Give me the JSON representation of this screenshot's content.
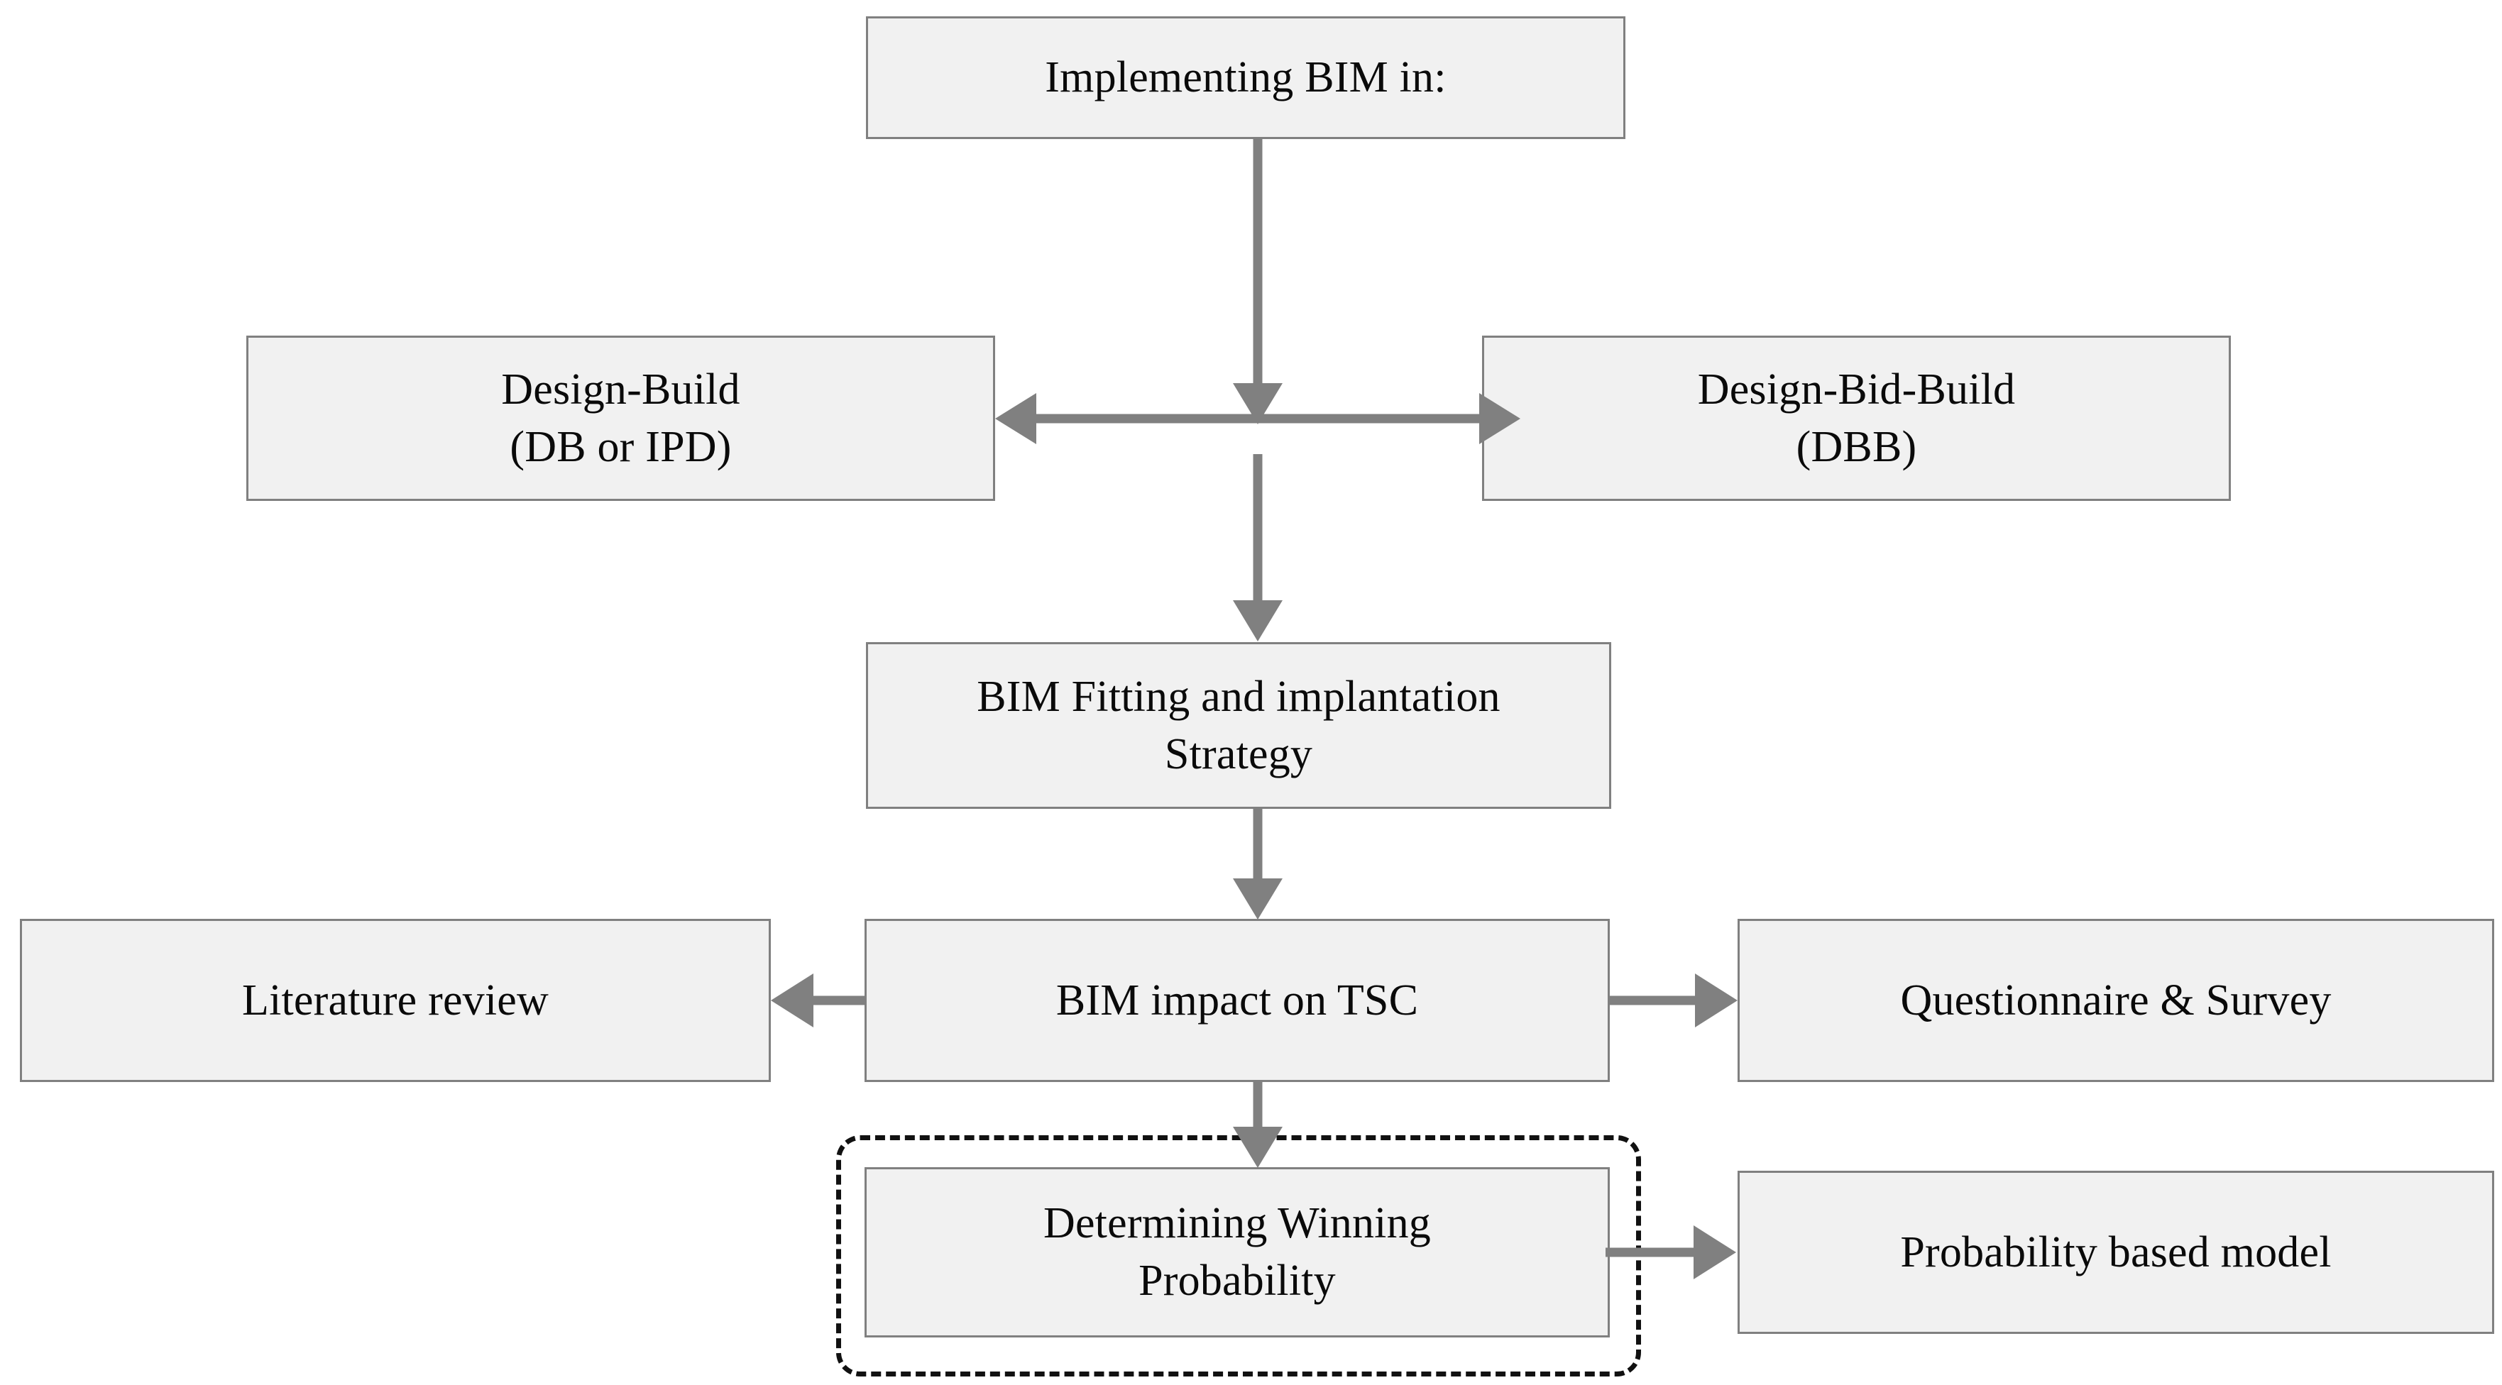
{
  "diagram": {
    "title": "BIM implementation research flowchart",
    "palette": {
      "box_fill": "#f1f1f1",
      "box_border": "#808080",
      "arrow": "#808080",
      "dashed_border": "#111111",
      "text": "#0a0a0a",
      "background": "#ffffff"
    },
    "nodes": {
      "implementing_bim": {
        "label": "Implementing BIM in:"
      },
      "design_build": {
        "label": "Design-Build\n(DB or IPD)"
      },
      "design_bid_build": {
        "label": "Design-Bid-Build\n(DBB)"
      },
      "bim_strategy": {
        "label": "BIM Fitting and implantation\nStrategy"
      },
      "literature_review": {
        "label": "Literature review"
      },
      "bim_impact": {
        "label": "BIM impact on TSC"
      },
      "questionnaire": {
        "label": "Questionnaire & Survey"
      },
      "determining_probability": {
        "label": "Determining Winning\nProbability"
      },
      "probability_model": {
        "label": "Probability based model"
      }
    },
    "groups": {
      "highlight": {
        "name": "determining-winning-probability-group",
        "style": "dashed-rounded"
      }
    },
    "edges": [
      {
        "name": "implementing-to-split",
        "from": "implementing_bim",
        "to": "delivery-method-link",
        "direction": "down",
        "arrowheads": "end"
      },
      {
        "name": "delivery-method-link",
        "from": "design_build",
        "to": "design_bid_build",
        "direction": "horizontal",
        "arrowheads": "both"
      },
      {
        "name": "split-to-strategy",
        "from": "delivery-method-link",
        "to": "bim_strategy",
        "direction": "down",
        "arrowheads": "end"
      },
      {
        "name": "strategy-to-impact",
        "from": "bim_strategy",
        "to": "bim_impact",
        "direction": "down",
        "arrowheads": "end"
      },
      {
        "name": "impact-to-literature",
        "from": "bim_impact",
        "to": "literature_review",
        "direction": "left",
        "arrowheads": "end"
      },
      {
        "name": "impact-to-questionnaire",
        "from": "bim_impact",
        "to": "questionnaire",
        "direction": "right",
        "arrowheads": "end"
      },
      {
        "name": "impact-to-probability",
        "from": "bim_impact",
        "to": "determining_probability",
        "direction": "down",
        "arrowheads": "end"
      },
      {
        "name": "probability-to-model",
        "from": "determining_probability",
        "to": "probability_model",
        "direction": "right",
        "arrowheads": "end"
      }
    ]
  }
}
